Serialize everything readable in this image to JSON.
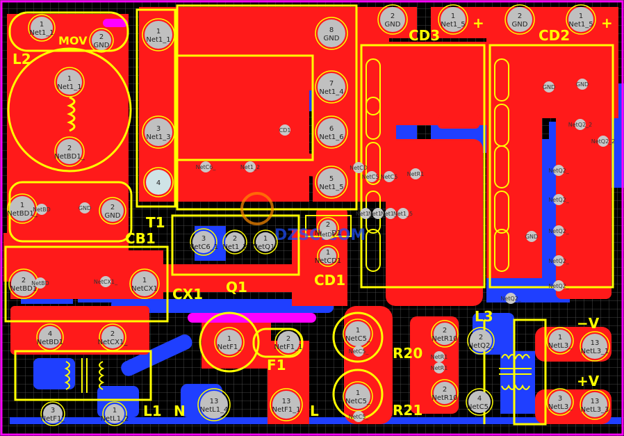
{
  "colors": {
    "background": "#000000",
    "grid": "#5a5a5a",
    "top_copper": "#ff1a1a",
    "bottom_copper": "#1f3fff",
    "silkscreen": "#ffff00",
    "overlay": "#ff00ff",
    "pad": "#c0c0c0",
    "via": "#c8c8c8"
  },
  "silkscreen": {
    "l2": "L2",
    "mov": "MOV",
    "t1": "T1",
    "cb1": "CB1",
    "cx1": "CX1",
    "q1": "Q1",
    "cd1": "CD1",
    "cd2": "CD2",
    "cd3": "CD3",
    "f1": "F1",
    "l1": "L1",
    "l3": "L3",
    "r20": "R20",
    "r21": "R21",
    "n": "N",
    "l": "L",
    "plus_v": "+V",
    "minus_v": "−V",
    "plus_cd3": "+",
    "plus_cd2": "+"
  },
  "watermark": {
    "text": "DZSC.COM"
  },
  "pads": [
    {
      "num": "1",
      "net": "Net1_1"
    },
    {
      "num": "2",
      "net": "GND"
    },
    {
      "num": "1",
      "net": "Net1_1"
    },
    {
      "num": "2",
      "net": "NetBD1_"
    },
    {
      "num": "1",
      "net": "Net1_1"
    },
    {
      "num": "3",
      "net": "Net1_3"
    },
    {
      "num": "4",
      "net": ""
    },
    {
      "num": "8",
      "net": "GND"
    },
    {
      "num": "7",
      "net": "Net1_4"
    },
    {
      "num": "6",
      "net": "Net1_6"
    },
    {
      "num": "5",
      "net": "Net1_5"
    },
    {
      "num": "2",
      "net": "GND"
    },
    {
      "num": "1",
      "net": "Net1_5"
    },
    {
      "num": "2",
      "net": "GND"
    },
    {
      "num": "1",
      "net": "Net1_5"
    },
    {
      "num": "1",
      "net": "NetBD1_"
    },
    {
      "num": "2",
      "net": "GND"
    },
    {
      "num": "3",
      "net": "NetC6_1"
    },
    {
      "num": "2",
      "net": "Net1_2"
    },
    {
      "num": "1",
      "net": "NetQ1_"
    },
    {
      "num": "2",
      "net": "NetBD1"
    },
    {
      "num": "1",
      "net": "NetCX1"
    },
    {
      "num": "4",
      "net": "NetBD1"
    },
    {
      "num": "2",
      "net": "NetCX1_"
    },
    {
      "num": "1",
      "net": "NetF1_"
    },
    {
      "num": "2",
      "net": "NetF1_1"
    },
    {
      "num": "3",
      "net": "NetF1_"
    },
    {
      "num": "1",
      "net": "NetL1_2"
    },
    {
      "num": "13",
      "net": "NetL1_4"
    },
    {
      "num": "13",
      "net": "NetF1_1"
    },
    {
      "num": "1",
      "net": "NetC5_"
    },
    {
      "num": "1",
      "net": "NetC5_"
    },
    {
      "num": "2",
      "net": "NetR10"
    },
    {
      "num": "2",
      "net": "NetR10"
    },
    {
      "num": "2",
      "net": "NetQ2_"
    },
    {
      "num": "4",
      "net": "NetC5_"
    },
    {
      "num": "1",
      "net": "NetL3_"
    },
    {
      "num": "13",
      "net": "NetL3_1"
    },
    {
      "num": "3",
      "net": "NetL3_"
    },
    {
      "num": "13",
      "net": "NetL3_3"
    },
    {
      "num": "2",
      "net": "NetCD1"
    },
    {
      "num": "1",
      "net": "NetCD1"
    }
  ],
  "small_labels": [
    "NetC6_",
    "NetC5_",
    "Net1_2",
    "NetD1",
    "CD1",
    "NetQ2_2",
    "NetQ2_2",
    "NetQ2_",
    "NetQ2_",
    "NetQ2_",
    "NetQ2_",
    "NetQ2_",
    "GND",
    "GND",
    "GND",
    "NetC5",
    "NetR1",
    "NetR1",
    "NetR1",
    "NetCD",
    "NetBD",
    "NetBD",
    "NetCX1_",
    "GND",
    "Net1_5",
    "Net1_5",
    "Net1_5",
    "Net1_5",
    "NetC5_",
    "NetC5_",
    "NetQ2_"
  ]
}
